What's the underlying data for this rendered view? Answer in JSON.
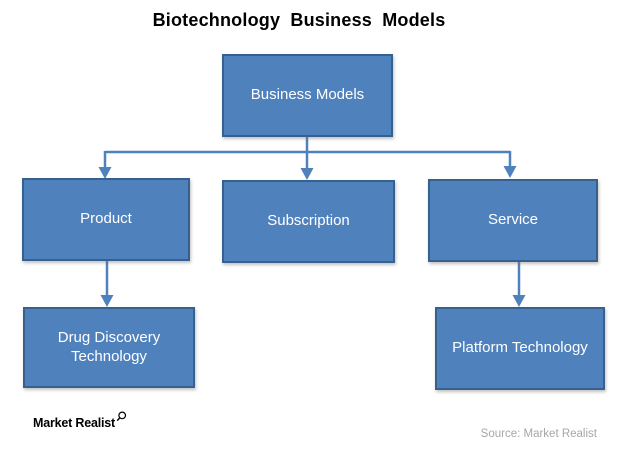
{
  "title": "Biotechnology Business Models",
  "nodes": {
    "root": {
      "label": "Business Models"
    },
    "product": {
      "label": "Product"
    },
    "subscription": {
      "label": "Subscription"
    },
    "service": {
      "label": "Service"
    },
    "drug_discovery": {
      "label": "Drug Discovery Technology"
    },
    "platform": {
      "label": "Platform Technology"
    }
  },
  "edges": [
    {
      "from": "Business Models",
      "to": "Product"
    },
    {
      "from": "Business Models",
      "to": "Subscription"
    },
    {
      "from": "Business Models",
      "to": "Service"
    },
    {
      "from": "Product",
      "to": "Drug Discovery Technology"
    },
    {
      "from": "Service",
      "to": "Platform Technology"
    }
  ],
  "footer": {
    "logo_text": "Market Realist",
    "source_text": "Source: Market Realist"
  },
  "colors": {
    "box_fill": "#4f81bd",
    "box_border": "#36618e",
    "box_text": "#ffffff",
    "connector": "#4f81bd",
    "title_text": "#000000",
    "source_text": "#a6a6a6"
  }
}
